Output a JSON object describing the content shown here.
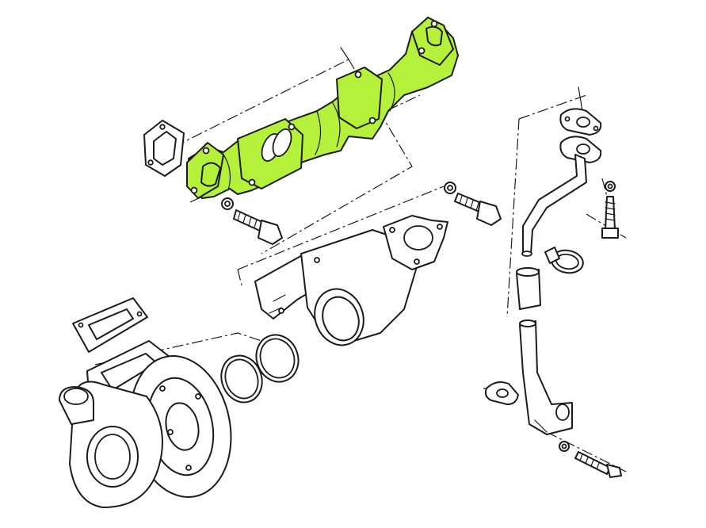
{
  "diagram": {
    "type": "exploded-parts-view",
    "highlight_color": "#b5f03a",
    "line_color": "#1c1c1c",
    "background_color": "#ffffff",
    "parts": [
      {
        "name": "exhaust-manifold",
        "highlighted": true
      },
      {
        "name": "manifold-gasket",
        "highlighted": false
      },
      {
        "name": "manifold-bolt-left",
        "highlighted": false
      },
      {
        "name": "manifold-bolt-right",
        "highlighted": false
      },
      {
        "name": "turbo-elbow-adapter",
        "highlighted": false
      },
      {
        "name": "seal-ring-small",
        "highlighted": false
      },
      {
        "name": "seal-ring-large",
        "highlighted": false
      },
      {
        "name": "turbo-gasket",
        "highlighted": false
      },
      {
        "name": "turbocharger",
        "highlighted": false
      },
      {
        "name": "oil-feed-pipe",
        "highlighted": false
      },
      {
        "name": "oil-pipe-flange-gaskets",
        "highlighted": false
      },
      {
        "name": "hose-clamp",
        "highlighted": false
      },
      {
        "name": "rubber-hose-sleeve",
        "highlighted": false
      },
      {
        "name": "oil-return-pipe",
        "highlighted": false
      },
      {
        "name": "oil-pipe-bolts",
        "highlighted": false
      }
    ]
  }
}
